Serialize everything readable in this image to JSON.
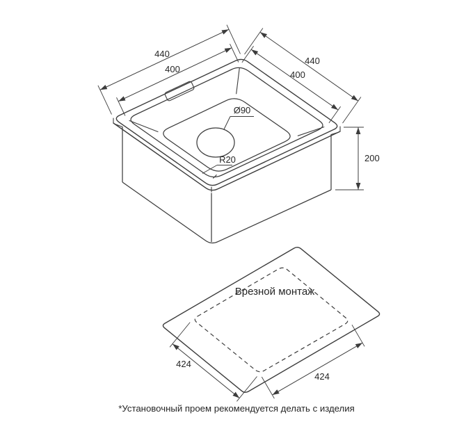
{
  "sink_drawing": {
    "dim_top_left_outer": "440",
    "dim_top_left_inner": "400",
    "dim_top_right_outer": "440",
    "dim_top_right_inner": "400",
    "dim_height": "200",
    "drain_diameter_label": "Ø90",
    "corner_radius_label": "R20"
  },
  "installation_drawing": {
    "title": "Врезной монтаж",
    "dim_cutout_left": "424",
    "dim_cutout_bottom": "424"
  },
  "footnote": "*Установочный проем рекомендуется делать с изделия",
  "colors": {
    "line": "#3c3c3c",
    "text": "#262626",
    "background": "#ffffff"
  }
}
